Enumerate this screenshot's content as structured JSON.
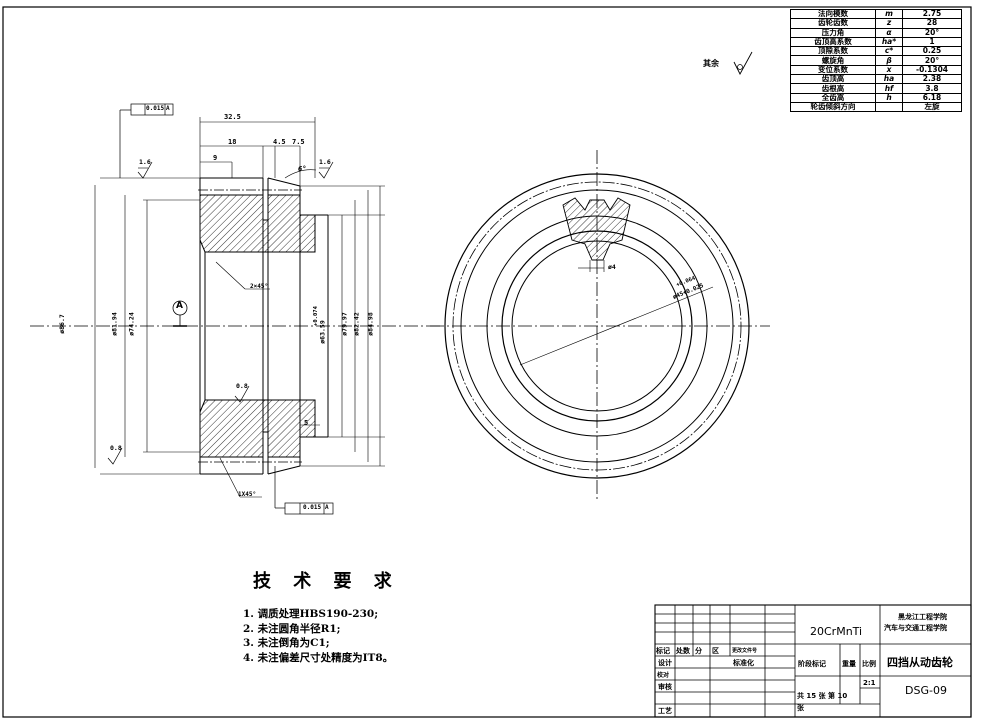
{
  "params_table": {
    "rows": [
      {
        "name": "法向模数",
        "symbol": "m",
        "value": "2.75"
      },
      {
        "name": "齿轮齿数",
        "symbol": "z",
        "value": "28"
      },
      {
        "name": "压力角",
        "symbol": "α",
        "value": "20°"
      },
      {
        "name": "齿顶高系数",
        "symbol": "ha*",
        "value": "1"
      },
      {
        "name": "顶隙系数",
        "symbol": "c*",
        "value": "0.25"
      },
      {
        "name": "螺旋角",
        "symbol": "β",
        "value": "20°"
      },
      {
        "name": "变位系数",
        "symbol": "x",
        "value": "-0.1304"
      },
      {
        "name": "齿顶高",
        "symbol": "ha",
        "value": "2.38"
      },
      {
        "name": "齿根高",
        "symbol": "hf",
        "value": "3.8"
      },
      {
        "name": "全齿高",
        "symbol": "h",
        "value": "6.18"
      },
      {
        "name": "轮齿倾斜方向",
        "symbol": "",
        "value": "左旋"
      }
    ]
  },
  "surface_note": "其余",
  "section_view": {
    "dims_top": {
      "overall": "32.5",
      "inner": "18",
      "left": "9",
      "groove": "4.5",
      "right": "7.5"
    },
    "angle": "6°",
    "roughness": [
      "1.6",
      "1.6",
      "0.8",
      "0.8"
    ],
    "tolerance_top": "0.015",
    "tolerance_bottom": "0.015",
    "datum": "A",
    "chamfer_top": "2×45°",
    "chamfer_bottom": "1X45°",
    "step_dim": "5",
    "diameters": [
      "ø86.7",
      "ø81.94",
      "ø74.24",
      "ø63.59",
      "ø79.97",
      "ø82.42",
      "ø84.98"
    ],
    "tol_dim": "+0.074"
  },
  "front_view": {
    "keyway": "ø4",
    "bore_tol_upper": "+0.064",
    "bore_dim": "ø45+0.025"
  },
  "tech_requirements": {
    "title": "技 术 要 求",
    "items": [
      "1. 调质处理HBS190-230;",
      "2. 未注圆角半径R1;",
      "3. 未注倒角为C1;",
      "4. 未注偏差尺寸处精度为IT8。"
    ]
  },
  "title_block": {
    "material": "20CrMnTi",
    "school_1": "黑龙江工程学院",
    "school_2": "汽车与交通工程学院",
    "part_name": "四挡从动齿轮",
    "drawing_no": "DSG-09",
    "scale": "2:1",
    "sheet_total": "共 15 张 第 10",
    "sheet_unit": "张",
    "labels": {
      "mark": "标记",
      "places": "处数",
      "zone": "分",
      "zone2": "区",
      "doc": "更改文件号",
      "design": "设计",
      "standard": "标准化",
      "stage": "阶段标记",
      "weight": "重量",
      "ratio": "比例",
      "check": "校对",
      "audit": "审核",
      "process": "工艺"
    }
  }
}
